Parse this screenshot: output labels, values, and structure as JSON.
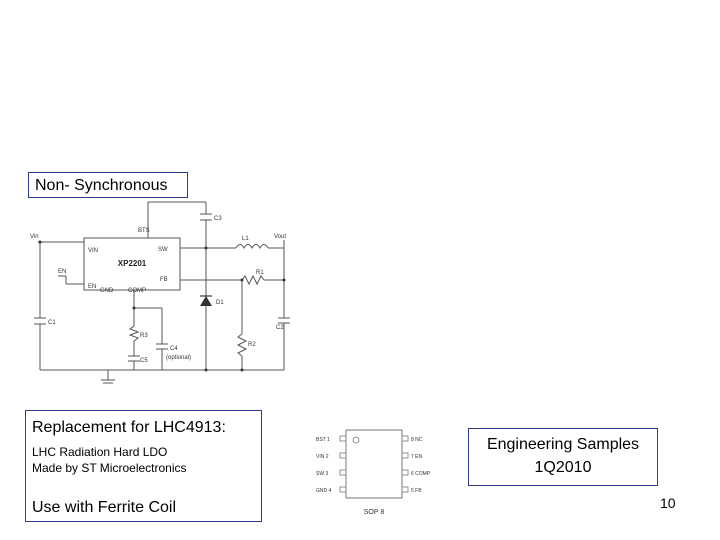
{
  "slide": {
    "title": "Non- Synchronous",
    "page_number": "10"
  },
  "circuit": {
    "chip_name": "XP2201",
    "labels": {
      "vin_node": "Vin",
      "vout": "Vout",
      "bst": "BTS",
      "cap_c3": "C3",
      "inductor": "L1",
      "r1": "R1",
      "vin_pin": "VIN",
      "sw_pin": "SW",
      "fb_pin": "FB",
      "en_in": "EN",
      "en_pin": "EN",
      "gnd_pin": "GND",
      "comp_pin": "COMP",
      "diode": "D1",
      "c1": "C1",
      "r3": "R3",
      "c5": "C5",
      "c4": "C4",
      "c4_note": "(optional)",
      "r2": "R2",
      "c2": "C2"
    }
  },
  "info": {
    "heading": "Replacement for LHC4913:",
    "line1": "LHC Radiation  Hard LDO",
    "line2": "Made by ST Microelectronics",
    "ferrite": "Use with Ferrite Coil"
  },
  "package": {
    "name": "SOP 8",
    "pins_left": [
      "BST 1",
      "VIN 2",
      "SW 3",
      "GND 4"
    ],
    "pins_right": [
      "8 NC",
      "7 EN",
      "6 COMP",
      "5 FB"
    ]
  },
  "samples": {
    "line1": "Engineering Samples",
    "line2": "1Q2010"
  }
}
